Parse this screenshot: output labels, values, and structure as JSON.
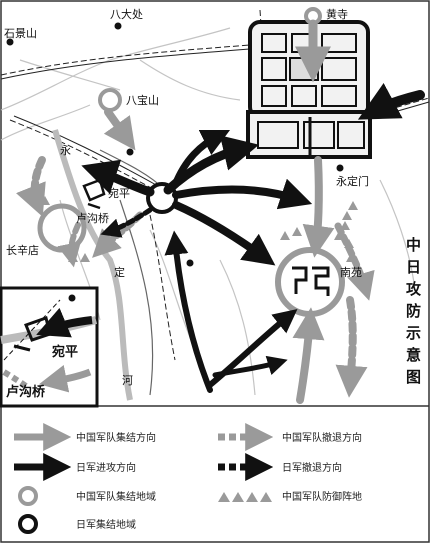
{
  "map": {
    "title_chars": [
      "中",
      "日",
      "攻",
      "防",
      "示",
      "意",
      "图"
    ],
    "places": {
      "huangsi": "黄寺",
      "badachu": "八大处",
      "shijingshan": "石景山",
      "babaoshan": "八宝山",
      "wanping": "宛平",
      "lugouqiao": "卢沟桥",
      "changxindian": "长辛店",
      "yongdingmen": "永定门",
      "nanyuan": "南苑"
    },
    "river_chars": [
      "永",
      "定",
      "河"
    ],
    "inset": {
      "wanping": "宛平",
      "lugouqiao": "卢沟桥"
    }
  },
  "legend": {
    "items": [
      {
        "label": "中国军队集结方向",
        "symbol": "gray-solid-arrow"
      },
      {
        "label": "中国军队撤退方向",
        "symbol": "gray-dashed-arrow"
      },
      {
        "label": "日军进攻方向",
        "symbol": "black-solid-arrow"
      },
      {
        "label": "日军撤退方向",
        "symbol": "black-dashed-arrow"
      },
      {
        "label": "中国军队集结地域",
        "symbol": "gray-ring"
      },
      {
        "label": "中国军队防御阵地",
        "symbol": "gray-triangles"
      },
      {
        "label": "日军集结地域",
        "symbol": "black-ring"
      }
    ]
  },
  "colors": {
    "chinese_army": "#9a9a9a",
    "japanese_army": "#111111",
    "terrain": "#c4c4c4"
  }
}
